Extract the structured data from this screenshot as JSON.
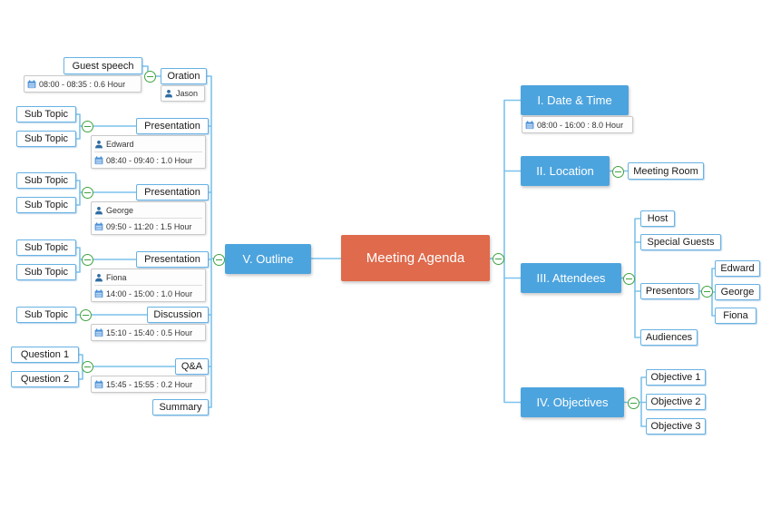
{
  "root": {
    "label": "Meeting Agenda"
  },
  "colors": {
    "topic_blue": "#4CA4DE",
    "root_orange": "#DF6A4C",
    "box_border_blue": "#67B2E3",
    "connector_blue": "#7CC2EC",
    "collapse_green": "#3FA33F",
    "card_border_grey": "#C9C9C9",
    "person_icon_blue": "#2E6DA4",
    "calendar_icon_blue": "#4A90D9"
  },
  "icons": {
    "collapse": "minus-in-circle",
    "person": "person-silhouette",
    "calendar": "calendar-grid"
  },
  "right": {
    "date_time": {
      "label": "I. Date & Time",
      "time": "08:00 - 16:00 : 8.0 Hour"
    },
    "location": {
      "label": "II. Location",
      "room": "Meeting Room"
    },
    "attendees": {
      "label": "III. Attendees",
      "host": "Host",
      "special_guests": "Special Guests",
      "presentors": "Presentors",
      "audiences": "Audiences",
      "presenter_names": [
        "Edward",
        "George",
        "Fiona"
      ]
    },
    "objectives": {
      "label": "IV. Objectives",
      "items": [
        "Objective 1",
        "Objective 2",
        "Objective 3"
      ]
    }
  },
  "left": {
    "outline": {
      "label": "V. Outline"
    },
    "oration": {
      "label": "Oration",
      "person": "Jason",
      "sub": {
        "label": "Guest speech",
        "time": "08:00 - 08:35 : 0.6 Hour"
      }
    },
    "presentations": [
      {
        "label": "Presentation",
        "person": "Edward",
        "time": "08:40 - 09:40 : 1.0 Hour",
        "subs": [
          "Sub Topic",
          "Sub Topic"
        ]
      },
      {
        "label": "Presentation",
        "person": "George",
        "time": "09:50 - 11:20 : 1.5 Hour",
        "subs": [
          "Sub Topic",
          "Sub Topic"
        ]
      },
      {
        "label": "Presentation",
        "person": "Fiona",
        "time": "14:00 - 15:00 : 1.0 Hour",
        "subs": [
          "Sub Topic",
          "Sub Topic"
        ]
      }
    ],
    "discussion": {
      "label": "Discussion",
      "time": "15:10 - 15:40 : 0.5 Hour",
      "subs": [
        "Sub Topic"
      ]
    },
    "qa": {
      "label": "Q&A",
      "time": "15:45 - 15:55 : 0.2 Hour",
      "subs": [
        "Question 1",
        "Question 2"
      ]
    },
    "summary": {
      "label": "Summary"
    }
  }
}
